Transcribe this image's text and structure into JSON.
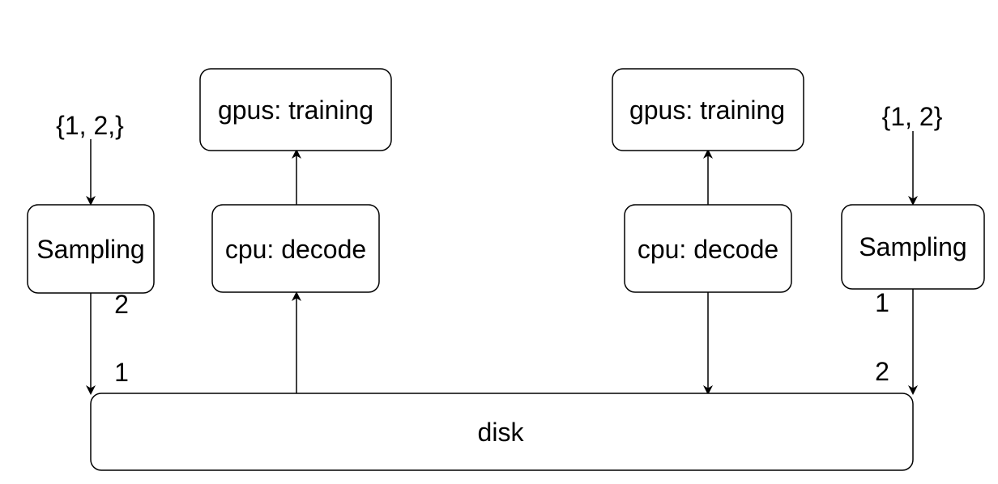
{
  "nodes": {
    "gpu_left": "gpus: training",
    "gpu_right": "gpus: training",
    "cpu_left": "cpu: decode",
    "cpu_right": "cpu: decode",
    "sampling_left": "Sampling",
    "sampling_right": "Sampling",
    "disk": "disk"
  },
  "labels": {
    "set_left": "{1, 2,}",
    "set_right": "{1, 2}",
    "left_order_top": "2",
    "left_order_bottom": "1",
    "right_order_top": "1",
    "right_order_bottom": "2"
  },
  "edges": [
    {
      "from": "set_left",
      "to": "sampling_left"
    },
    {
      "from": "sampling_left",
      "to": "disk"
    },
    {
      "from": "disk",
      "to": "cpu_left"
    },
    {
      "from": "cpu_left",
      "to": "gpu_left"
    },
    {
      "from": "set_right",
      "to": "sampling_right"
    },
    {
      "from": "sampling_right",
      "to": "disk"
    },
    {
      "from": "cpu_right",
      "to": "disk"
    },
    {
      "from": "cpu_right",
      "to": "gpu_right"
    }
  ],
  "colors": {
    "stroke": "#000000",
    "fill": "#ffffff",
    "text": "#000000"
  }
}
